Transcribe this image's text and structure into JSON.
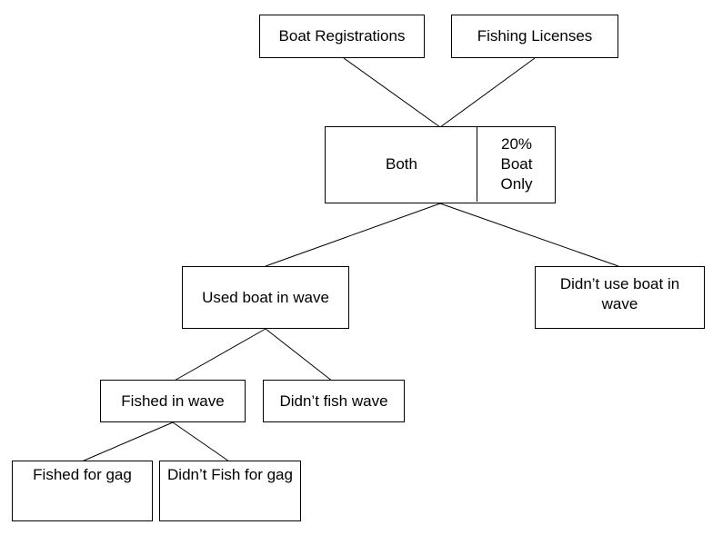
{
  "nodes": {
    "boat_registrations": "Boat Registrations",
    "fishing_licenses": "Fishing Licenses",
    "both": "Both",
    "boat_only": "20% Boat Only",
    "used_boat_in_wave": "Used boat in wave",
    "didnt_use_boat_in_wave": "Didn’t use boat in wave",
    "fished_in_wave": "Fished in wave",
    "didnt_fish_wave": "Didn’t fish wave",
    "fished_for_gag": "Fished for gag",
    "didnt_fish_for_gag": "Didn’t Fish for gag"
  }
}
